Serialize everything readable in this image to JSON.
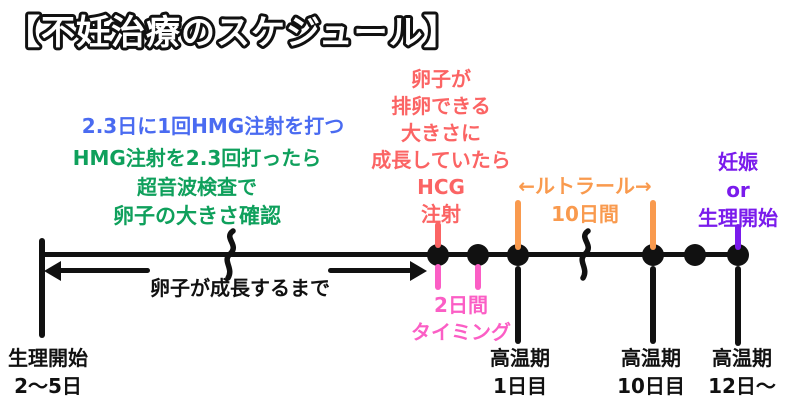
{
  "title": "【不妊治療のスケジュール】",
  "colors": {
    "blue": "#4a6bf1",
    "green": "#0fa05c",
    "red": "#fb6464",
    "orange": "#f99a4e",
    "pink": "#fb5ec5",
    "purple": "#7a1bec",
    "ink": "#111111"
  },
  "notes": {
    "hmg_blue": "2.3日に1回HMG注射を打つ",
    "ultrasound_green": {
      "line1": "HMG注射を2.3回打ったら",
      "line2": "超音波検査で",
      "line3": "卵子の大きさ確認"
    },
    "hcg_red": [
      "卵子が",
      "排卵できる",
      "大きさに",
      "成長していたら",
      "HCG",
      "注射"
    ],
    "luteal_orange": {
      "line1": "←ルトラール→",
      "line2": "10日間"
    },
    "outcome_purple": [
      "妊娠",
      "or",
      "生理開始"
    ],
    "timing_pink": {
      "line1": "2日間",
      "line2": "タイミング"
    },
    "growth_arrow_label": "卵子が成長するまで"
  },
  "axis_labels": [
    {
      "line1": "生理開始",
      "line2": "2〜5日"
    },
    {
      "line1": "高温期",
      "line2": "1日目"
    },
    {
      "line1": "高温期",
      "line2": "10日目"
    },
    {
      "line1": "高温期",
      "line2": "12日〜"
    }
  ]
}
